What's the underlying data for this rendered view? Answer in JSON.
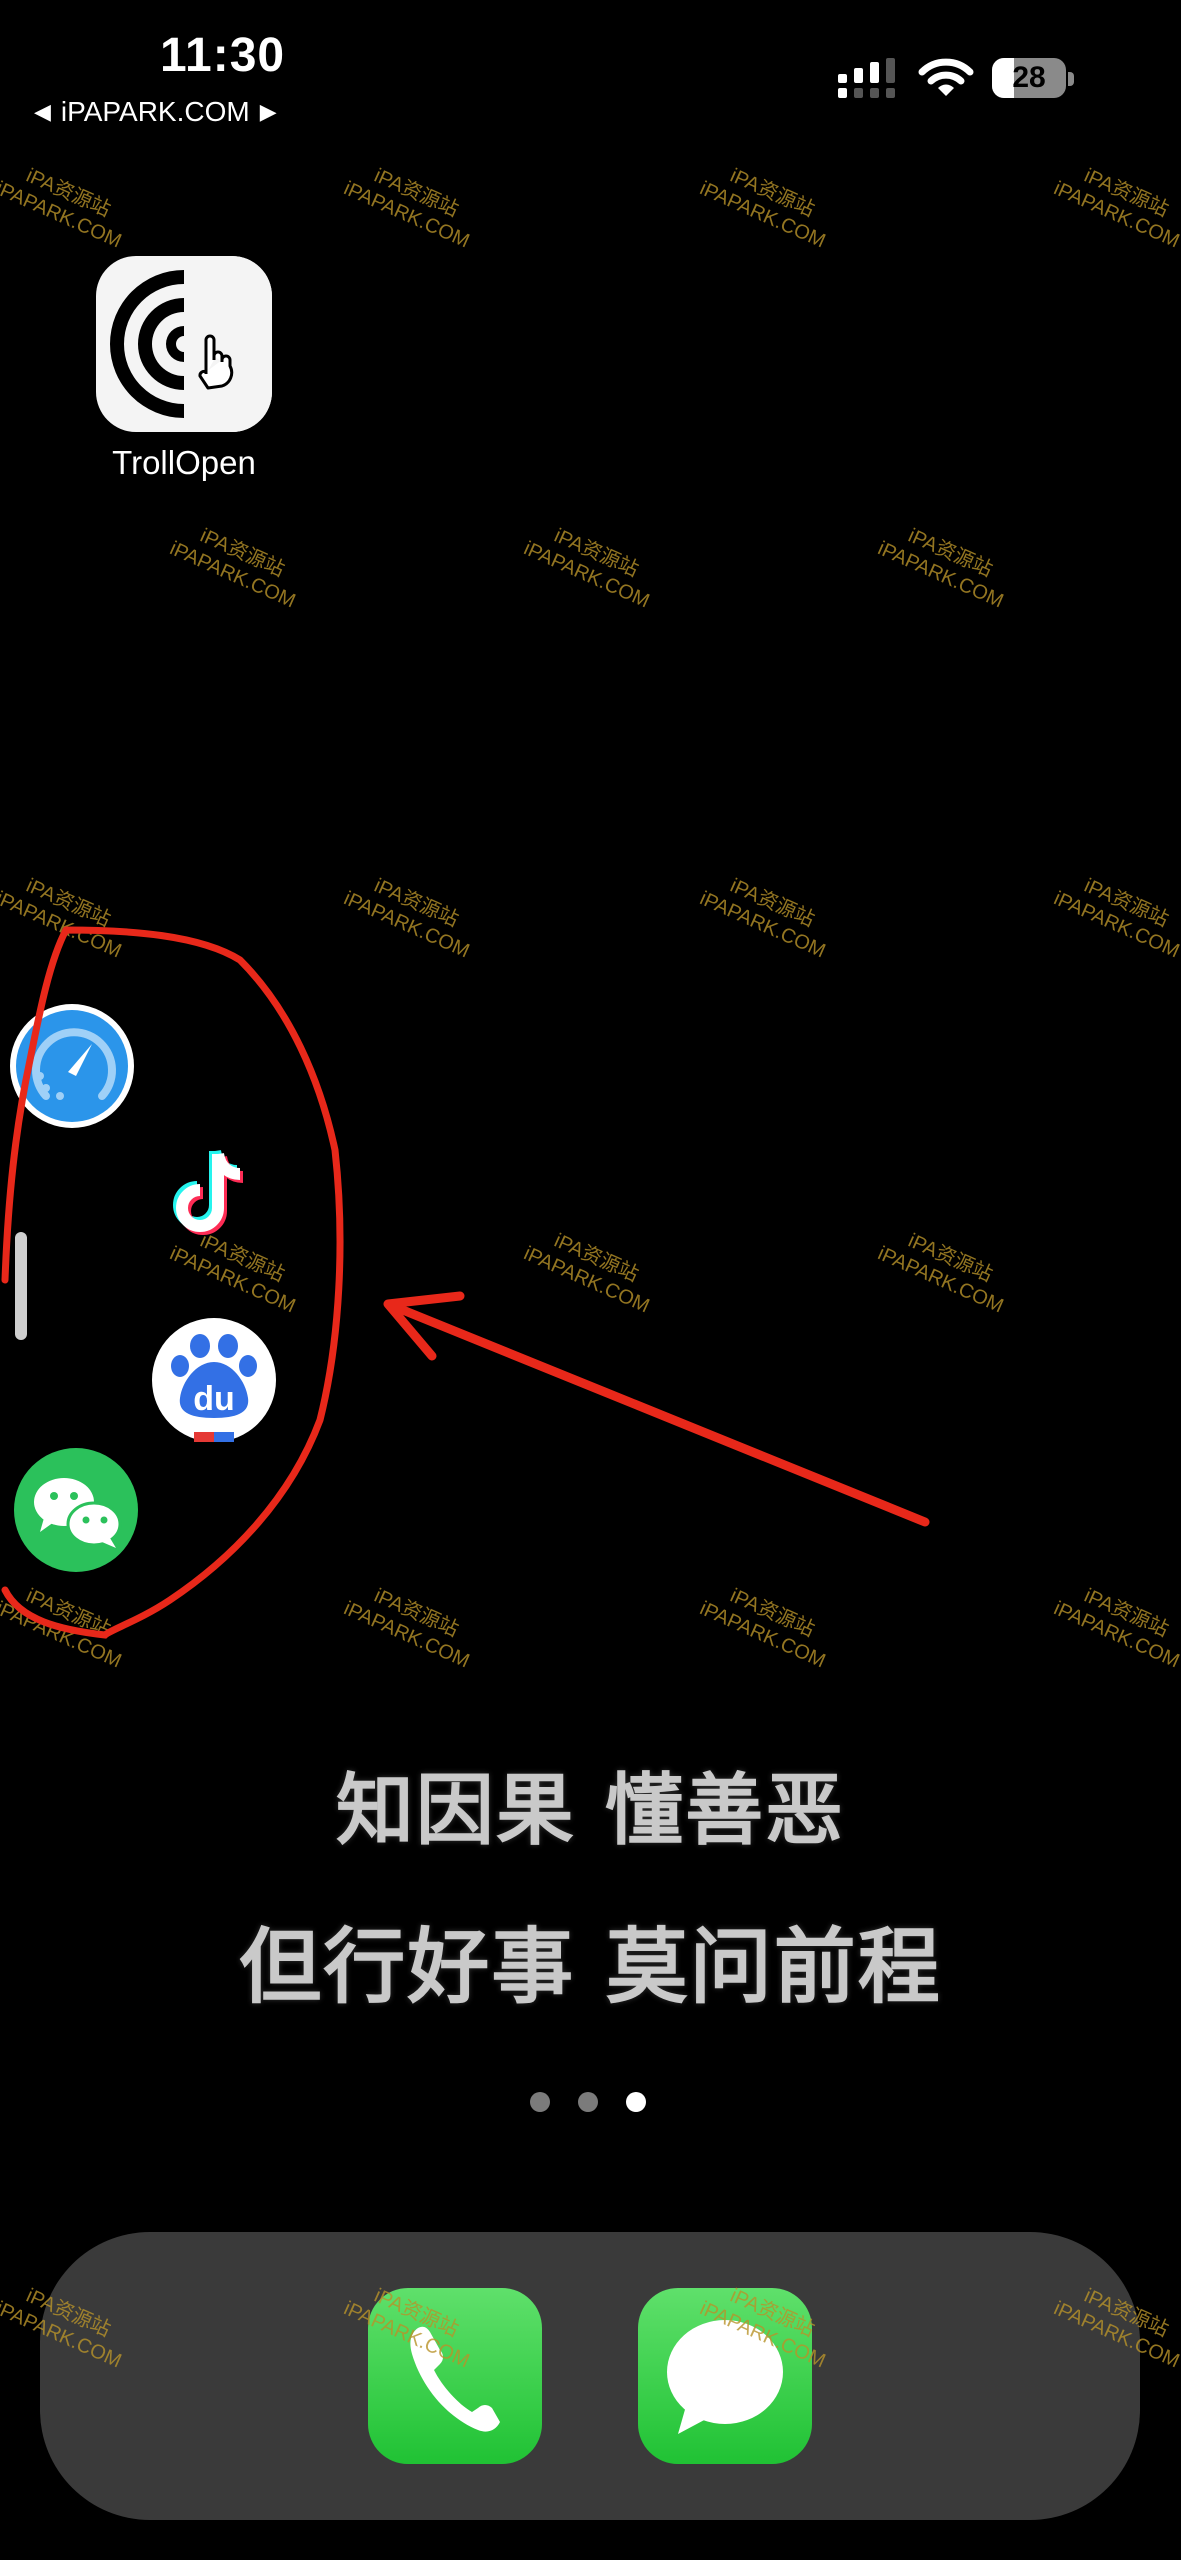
{
  "status_bar": {
    "time": "11:30",
    "back_link": "iPAPARK.COM",
    "back_left_glyph": "◀",
    "back_right_glyph": "▶",
    "battery_level": "28",
    "signal_icon": "cellular-signal-icon",
    "wifi_icon": "wifi-icon"
  },
  "home_screen": {
    "apps": [
      {
        "label": "TrollOpen",
        "icon": "trollopen-icon"
      }
    ],
    "floating_apps": [
      {
        "name": "speedometer-app",
        "icon": "speedometer-icon",
        "color": "#2b95ea"
      },
      {
        "name": "tiktok-app",
        "icon": "tiktok-note-icon",
        "color": "#25f4ee"
      },
      {
        "name": "baidu-app",
        "icon": "baidu-paw-icon",
        "color": "#3370e5"
      },
      {
        "name": "wechat-app",
        "icon": "wechat-bubbles-icon",
        "color": "#2bc15b"
      }
    ],
    "wallpaper_quote": {
      "line1": "知因果 懂善恶",
      "line2": "但行好事 莫问前程"
    },
    "page_dots": {
      "count": 3,
      "active": 3
    }
  },
  "dock": {
    "apps": [
      {
        "name": "Phone",
        "icon": "phone-handset-icon"
      },
      {
        "name": "Messages",
        "icon": "message-bubble-icon"
      }
    ]
  },
  "annotation": {
    "color": "#e8281a",
    "shapes": [
      "circle-around-floating-apps",
      "arrow-pointing-left"
    ]
  },
  "watermark": {
    "line1": "iPA资源站",
    "line2": "iPAPARK.COM",
    "color": "#b8932a"
  }
}
